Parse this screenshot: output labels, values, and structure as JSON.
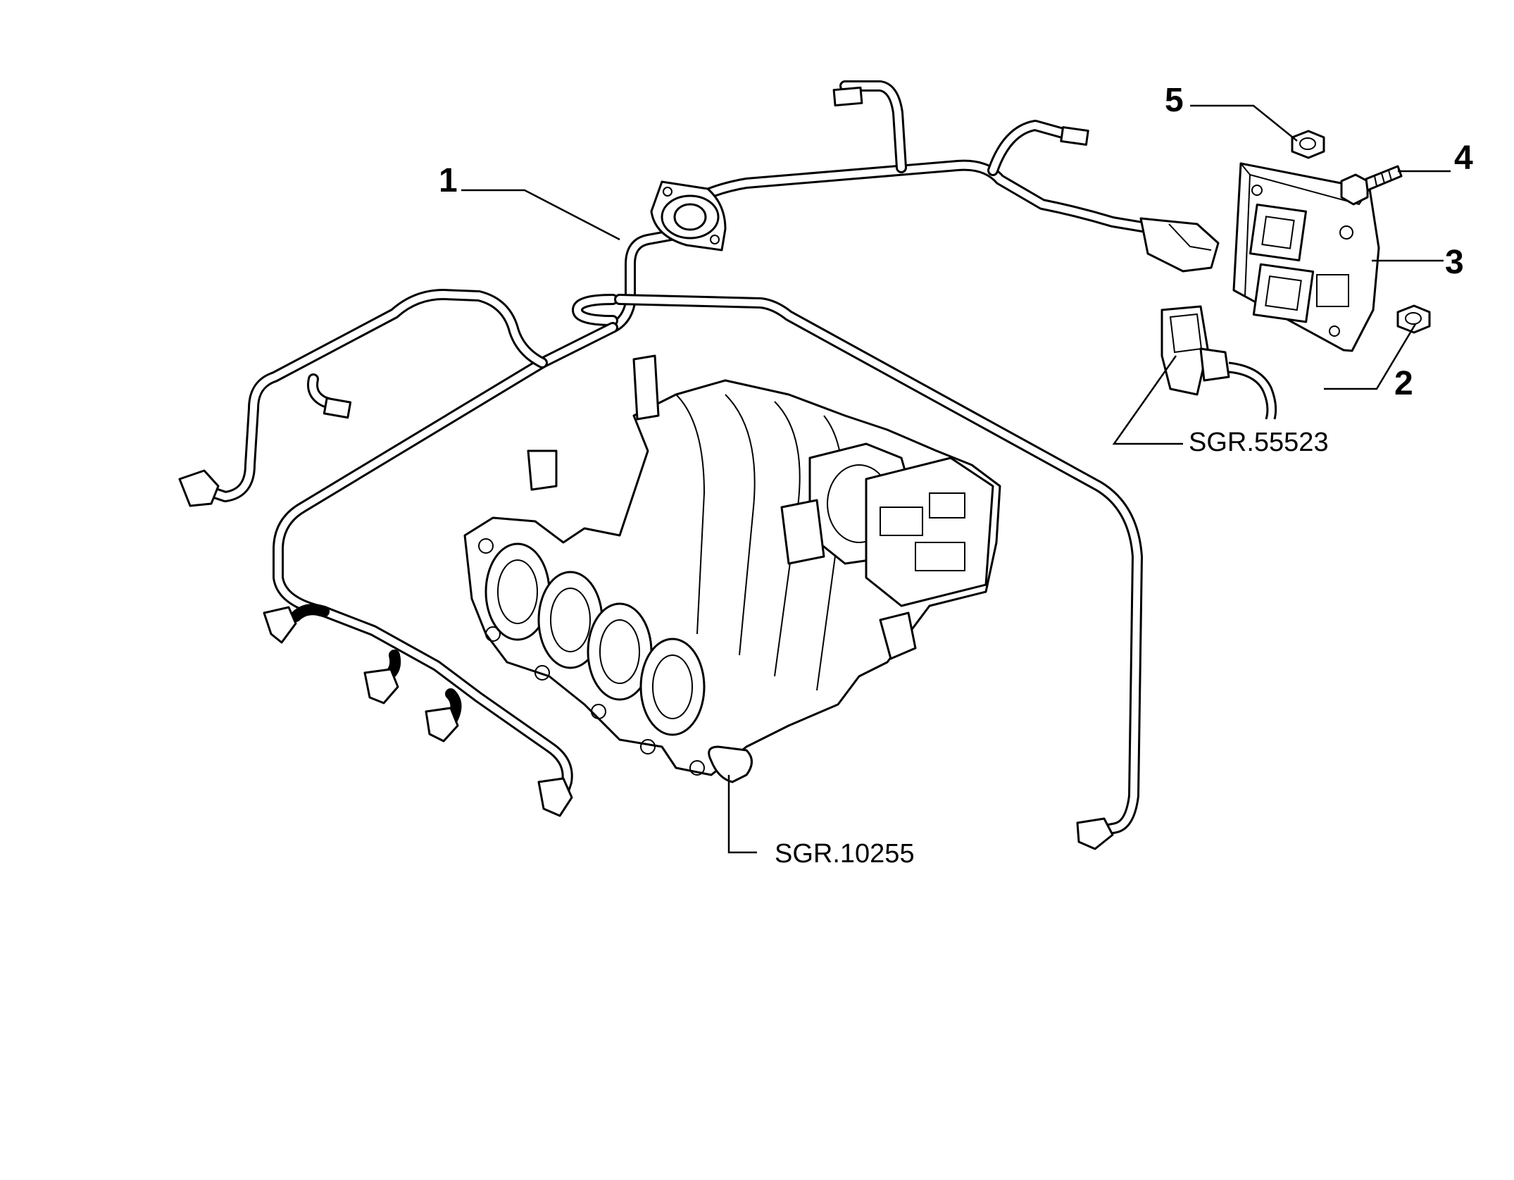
{
  "callouts": [
    {
      "id": "1",
      "label": "1",
      "part": "wiring-harness"
    },
    {
      "id": "2",
      "label": "2",
      "part": "nut"
    },
    {
      "id": "3",
      "label": "3",
      "part": "control-unit"
    },
    {
      "id": "4",
      "label": "4",
      "part": "bolt"
    },
    {
      "id": "5",
      "label": "5",
      "part": "nut"
    }
  ],
  "references": [
    {
      "id": "sgr-55523",
      "label": "SGR.55523"
    },
    {
      "id": "sgr-10255",
      "label": "SGR.10255"
    }
  ]
}
